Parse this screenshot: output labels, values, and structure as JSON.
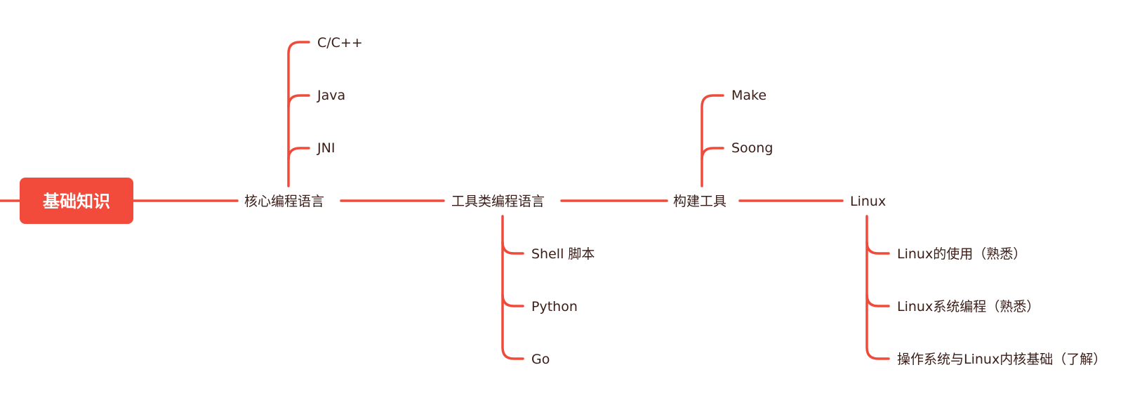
{
  "root": {
    "label": "基础知识"
  },
  "branches": [
    {
      "label": "核心编程语言",
      "children": [
        "C/C++",
        "Java",
        "JNI"
      ]
    },
    {
      "label": "工具类编程语言",
      "children": [
        "Shell 脚本",
        "Python",
        "Go"
      ]
    },
    {
      "label": "构建工具",
      "children": [
        "Make",
        "Soong"
      ]
    },
    {
      "label": "Linux",
      "children": [
        "Linux的使用（熟悉）",
        "Linux系统编程（熟悉）",
        "操作系统与Linux内核基础（了解）"
      ]
    }
  ],
  "colors": {
    "accent": "#ef4a3a",
    "root_fill": "#f24a3b",
    "text": "#3b1d18",
    "background": "#ffffff"
  }
}
